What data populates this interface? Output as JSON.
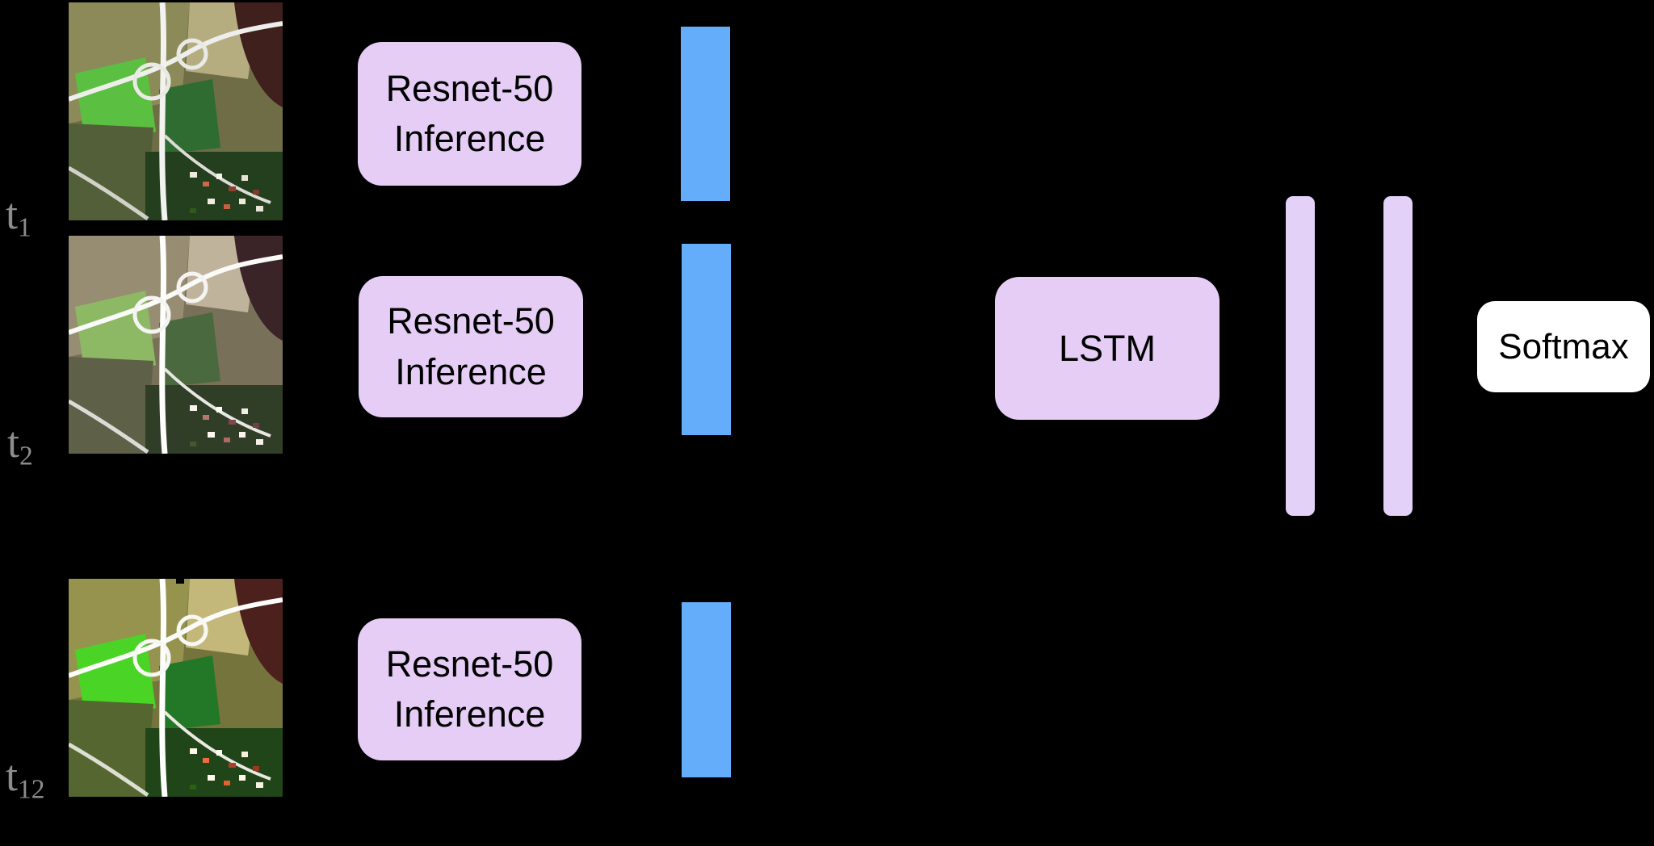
{
  "figure": {
    "colors": {
      "background": "#000000",
      "resnet_box_fill": "#e5cdf6",
      "lstm_box_fill": "#e5cdf6",
      "fc_bar_fill": "#e3d1f7",
      "feature_vector_fill": "#63adfb",
      "softmax_fill": "#ffffff",
      "box_text": "#000000",
      "time_label": "#8c8c8c"
    },
    "rows": [
      {
        "time_base": "t",
        "time_sub": "1",
        "resnet_line1": "Resnet-50",
        "resnet_line2": "Inference",
        "image": "satellite-tile-t1"
      },
      {
        "time_base": "t",
        "time_sub": "2",
        "resnet_line1": "Resnet-50",
        "resnet_line2": "Inference",
        "image": "satellite-tile-t2"
      },
      {
        "time_base": "t",
        "time_sub": "12",
        "resnet_line1": "Resnet-50",
        "resnet_line2": "Inference",
        "image": "satellite-tile-t12"
      }
    ],
    "lstm_label": "LSTM",
    "softmax_label": "Softmax"
  }
}
